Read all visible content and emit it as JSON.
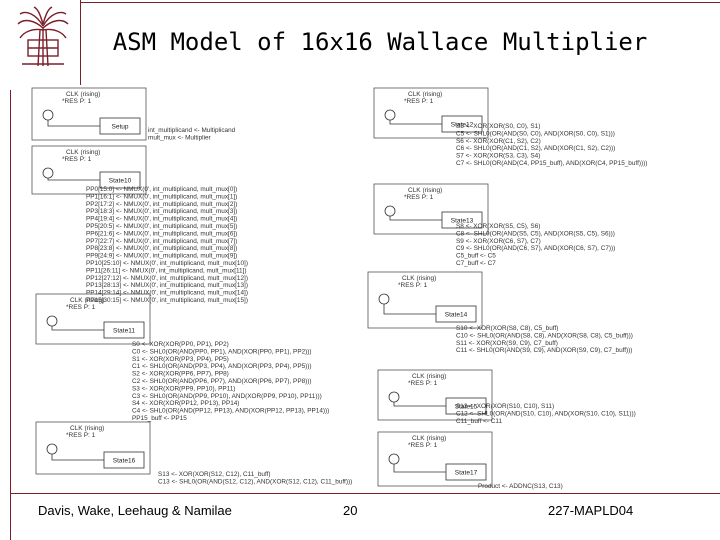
{
  "slide": {
    "title": "ASM Model of 16x16 Wallace Multiplier",
    "footer_left": "Davis, Wake, Leehaug & Namilae",
    "footer_center": "20",
    "footer_right": "227-MAPLD04"
  },
  "colors": {
    "frame": "#7a1f2b",
    "logo": "#7a1f2b"
  },
  "logo": {
    "icon": "university-seal-icon"
  },
  "states": [
    {
      "name": "Setup",
      "clk": "CLK (rising)",
      "res": "*RES P: 1",
      "actions": [
        "int_multiplicand <- Multiplicand",
        "mult_mux <- Multiplier"
      ]
    },
    {
      "name": "State10",
      "clk": "CLK (rising)",
      "res": "*RES P: 1",
      "actions": [
        "PP0[15:0] <- NMUX(0', int_multiplicand, mult_mux[0])",
        "PP1[16:1] <- NMUX(0', int_multiplicand, mult_mux[1])",
        "PP2[17:2] <- NMUX(0', int_multiplicand, mult_mux[2])",
        "PP3[18:3] <- NMUX(0', int_multiplicand, mult_mux[3])",
        "PP4[19:4] <- NMUX(0', int_multiplicand, mult_mux[4])",
        "PP5[20:5] <- NMUX(0', int_multiplicand, mult_mux[5])",
        "PP6[21:6] <- NMUX(0', int_multiplicand, mult_mux[6])",
        "PP7[22:7] <- NMUX(0', int_multiplicand, mult_mux[7])",
        "PP8[23:8] <- NMUX(0', int_multiplicand, mult_mux[8])",
        "PP9[24:9] <- NMUX(0', int_multiplicand, mult_mux[9])",
        "PP10[25:10] <- NMUX(0', int_multiplicand, mult_mux[10])",
        "PP11[26:11] <- NMUX(0', int_multiplicand, mult_mux[11])",
        "PP12[27:12] <- NMUX(0', int_multiplicand, mult_mux[12])",
        "PP13[28:13] <- NMUX(0', int_multiplicand, mult_mux[13])",
        "PP14[29:14] <- NMUX(0', int_multiplicand, mult_mux[14])",
        "PP15[30:15] <- NMUX(0', int_multiplicand, mult_mux[15])"
      ]
    },
    {
      "name": "State11",
      "clk": "CLK (rising)",
      "res": "*RES P: 1",
      "actions": [
        "S0 <- XOR(XOR(PP0, PP1), PP2)",
        "C0 <- SHL0(OR(AND(PP0, PP1), AND(XOR(PP0, PP1), PP2)))",
        "S1 <- XOR(XOR(PP3, PP4), PP5)",
        "C1 <- SHL0(OR(AND(PP3, PP4), AND(XOR(PP3, PP4), PP5)))",
        "S2 <- XOR(XOR(PP6, PP7), PP8)",
        "C2 <- SHL0(OR(AND(PP6, PP7), AND(XOR(PP6, PP7), PP8)))",
        "S3 <- XOR(XOR(PP9, PP10), PP11)",
        "C3 <- SHL0(OR(AND(PP9, PP10), AND(XOR(PP9, PP10), PP11)))",
        "S4 <- XOR(XOR(PP12, PP13), PP14)",
        "C4 <- SHL0(OR(AND(PP12, PP13), AND(XOR(PP12, PP13), PP14)))",
        "PP15_buff <- PP15"
      ]
    },
    {
      "name": "State12",
      "clk": "CLK (rising)",
      "res": "*RES P: 1",
      "actions": [
        "S5 <- XOR(XOR(S0, C0), S1)",
        "C5 <- SHL0(OR(AND(S0, C0), AND(XOR(S0, C0), S1)))",
        "S6 <- XOR(XOR(C1, S2), C2)",
        "C6 <- SHL0(OR(AND(C1, S2), AND(XOR(C1, S2), C2)))",
        "S7 <- XOR(XOR(S3, C3), S4)",
        "C7 <- SHL0(OR(AND(C4, PP15_buff), AND(XOR(C4, PP15_buff))))"
      ]
    },
    {
      "name": "State13",
      "clk": "CLK (rising)",
      "res": "*RES P: 1",
      "actions": [
        "S8 <- XOR(XOR(S5, C5), S6)",
        "C8 <- SHL0(OR(AND(S5, C5), AND(XOR(S5, C5), S6)))",
        "S9 <- XOR(XOR(C6, S7), C7)",
        "C9 <- SHL0(OR(AND(C6, S7), AND(XOR(C6, S7), C7)))",
        "C5_buff <- C5",
        "C7_buff <- C7"
      ]
    },
    {
      "name": "State14",
      "clk": "CLK (rising)",
      "res": "*RES P: 1",
      "actions": [
        "S10 <- XOR(XOR(S8, C8), C5_buff)",
        "C10 <- SHL0(OR(AND(S8, C8), AND(XOR(S8, C8), C5_buff)))",
        "S11 <- XOR(XOR(S9, C9), C7_buff)",
        "C11 <- SHL0(OR(AND(S9, C9), AND(XOR(S9, C9), C7_buff)))"
      ]
    },
    {
      "name": "State15",
      "clk": "CLK (rising)",
      "res": "*RES P: 1",
      "actions": [
        "S12 <- XOR(XOR(S10, C10), S11)",
        "C12 <- SHL0(OR(AND(S10, C10), AND(XOR(S10, C10), S11)))",
        "C11_buff <- C11"
      ]
    },
    {
      "name": "State16",
      "clk": "CLK (rising)",
      "res": "*RES P: 1",
      "actions": [
        "S13 <- XOR(XOR(S12, C12), C11_buff)",
        "C13 <- SHL0(OR(AND(S12, C12), AND(XOR(S12, C12), C11_buff)))"
      ]
    },
    {
      "name": "State17",
      "clk": "CLK (rising)",
      "res": "*RES P: 1",
      "actions": [
        "Product <- ADDNC(S13, C13)"
      ]
    }
  ]
}
